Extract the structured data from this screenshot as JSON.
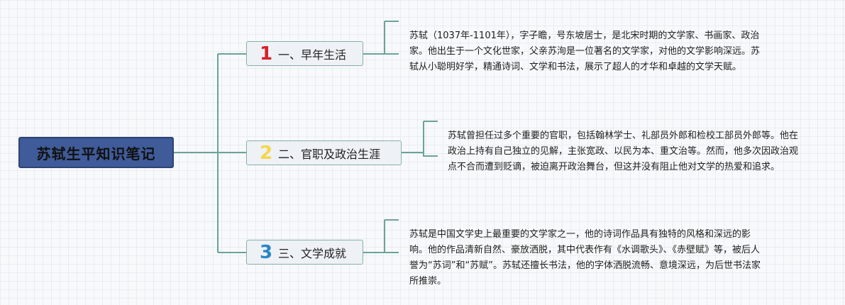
{
  "root": {
    "title": "苏轼生平知识笔记"
  },
  "branches": [
    {
      "number": "1",
      "label": "一、早年生活"
    },
    {
      "number": "2",
      "label": "二、官职及政治生涯"
    },
    {
      "number": "3",
      "label": "三、文学成就"
    }
  ],
  "details": [
    "苏轼（1037年-1101年），字子瞻，号东坡居士，是北宋时期的文学家、书画家、政治家。他出生于一个文化世家，父亲苏洵是一位著名的文学家，对他的文学影响深远。苏轼从小聪明好学，精通诗词、文学和书法，展示了超人的才华和卓越的文学天赋。",
    "苏轼曾担任过多个重要的官职，包括翰林学士、礼部员外郎和检校工部员外郎等。他在政治上持有自己独立的见解，主张宽政、以民为本、重文治等。然而，他多次因政治观点不合而遭到贬谪，被迫离开政治舞台，但这并没有阻止他对文学的热爱和追求。",
    "苏轼是中国文学史上最重要的文学家之一，他的诗词作品具有独特的风格和深远的影响。他的作品清新自然、豪放洒脱，其中代表作有《水调歌头》、《赤壁赋》等，被后人誉为“苏词”和“苏赋”。苏轼还擅长书法，他的字体洒脱流畅、意境深远，为后世书法家所推崇。"
  ],
  "colors": {
    "root_fill": "#3f5b99",
    "connector": "#6aa399",
    "num1": "#d8202c",
    "num2": "#f5d64a",
    "num3": "#2a86c8"
  }
}
